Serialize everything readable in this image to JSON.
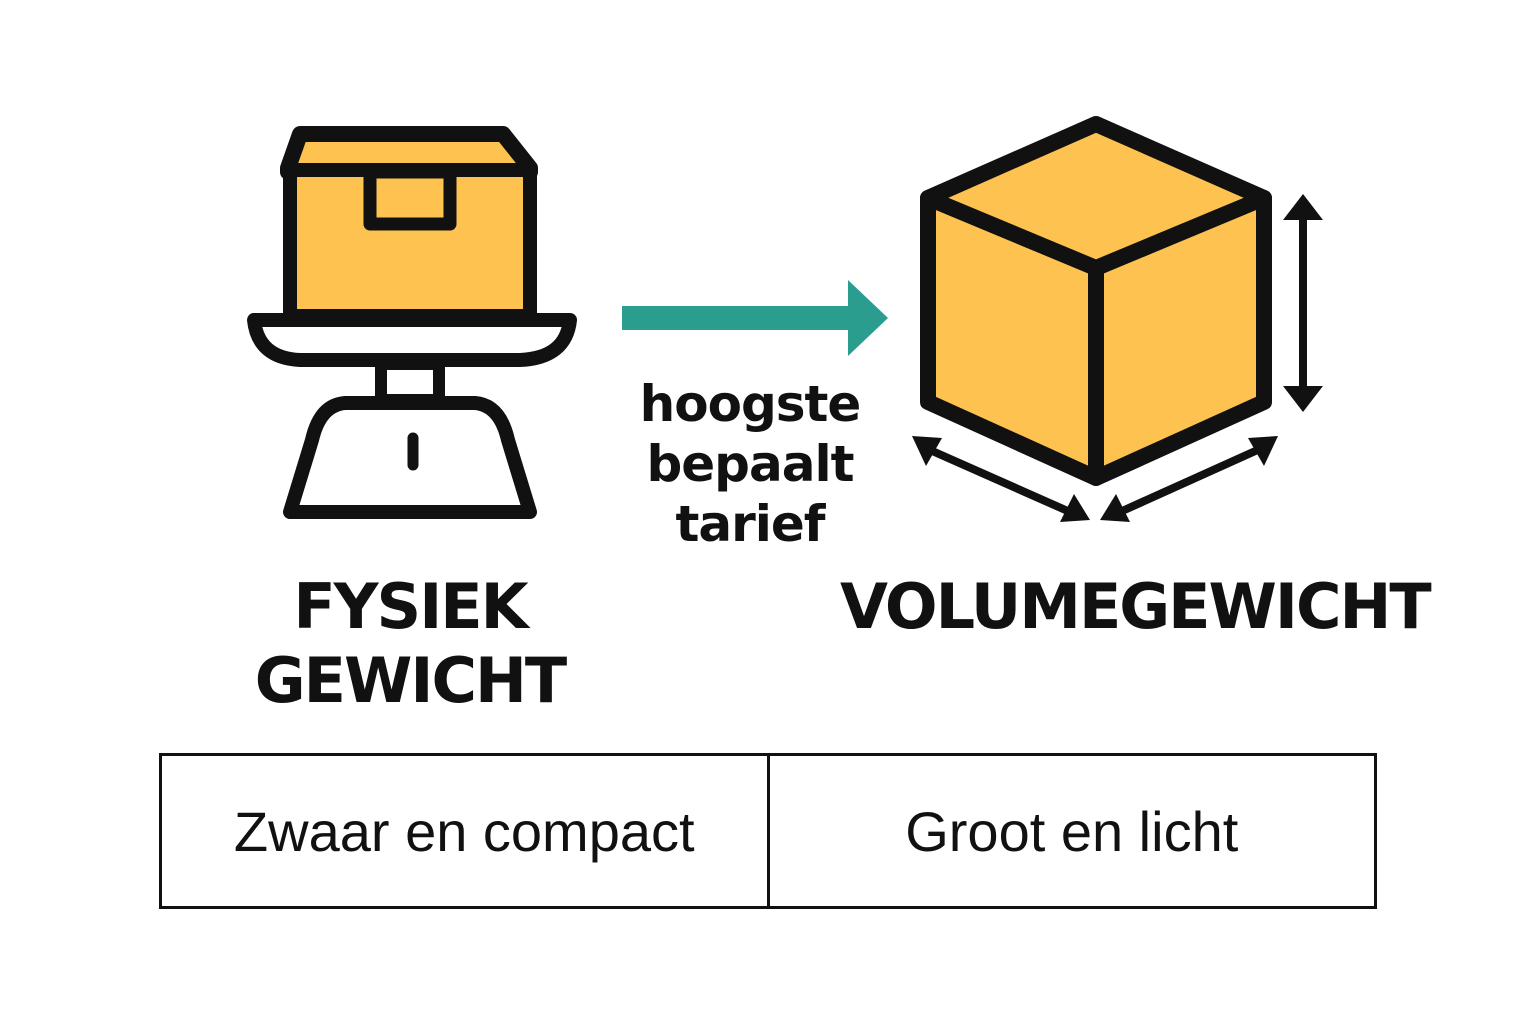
{
  "left": {
    "icon": "package-on-scale-icon",
    "label_line1": "FYSIEK",
    "label_line2": "GEWICHT"
  },
  "middle": {
    "icon": "arrow-right-icon",
    "line1": "hoogste",
    "line2": "bepaalt",
    "line3": "tarief"
  },
  "right": {
    "icon": "cube-dimensions-icon",
    "label": "VOLUMEGEWICHT"
  },
  "table": {
    "cells": [
      "Zwaar en compact",
      "Groot en licht"
    ]
  },
  "colors": {
    "box_fill": "#FDC24F",
    "arrow": "#2A9D8F",
    "outline": "#111111",
    "background": "#FFFFFF"
  }
}
